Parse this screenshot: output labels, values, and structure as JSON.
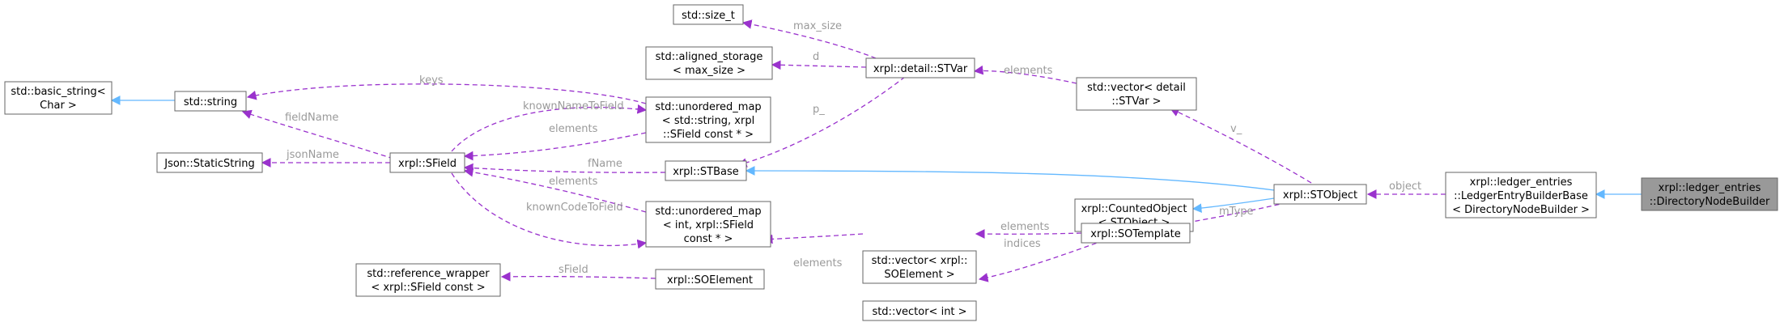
{
  "diagram": {
    "type": "doxygen-collaboration-graph",
    "nodes": {
      "basic_string": [
        "std::basic_string<",
        "Char >"
      ],
      "string": [
        "std::string"
      ],
      "static_string": [
        "Json::StaticString"
      ],
      "sfield": [
        "xrpl::SField"
      ],
      "size_t": [
        "std::size_t"
      ],
      "aligned_storage": [
        "std::aligned_storage",
        "< max_size >"
      ],
      "umap_string": [
        "std::unordered_map",
        "< std::string, xrpl",
        "::SField const * >"
      ],
      "stbase": [
        "xrpl::STBase"
      ],
      "umap_int": [
        "std::unordered_map",
        "< int, xrpl::SField",
        "const * >"
      ],
      "ref_wrapper": [
        "std::reference_wrapper",
        "< xrpl::SField const >"
      ],
      "soelement": [
        "xrpl::SOElement"
      ],
      "stvar": [
        "xrpl::detail::STVar"
      ],
      "vec_stvar": [
        "std::vector< detail",
        "::STVar >"
      ],
      "counted": [
        "xrpl::CountedObject",
        "< STObject >"
      ],
      "vec_soel": [
        "std::vector< xrpl::",
        "SOElement >"
      ],
      "vec_int": [
        "std::vector< int >"
      ],
      "sotemplate": [
        "xrpl::SOTemplate"
      ],
      "stobject": [
        "xrpl::STObject"
      ],
      "builder_base": [
        "xrpl::ledger_entries",
        "::LedgerEntryBuilderBase",
        "< DirectoryNodeBuilder >"
      ],
      "dir_builder": [
        "xrpl::ledger_entries",
        "::DirectoryNodeBuilder"
      ]
    },
    "edge_labels": {
      "keys": "keys",
      "fieldName": "fieldName",
      "jsonName": "jsonName",
      "knownNameToField": "knownNameToField",
      "elements_a": "elements",
      "fName": "fName",
      "elements_b": "elements",
      "knownCodeToField": "knownCodeToField",
      "sField": "sField",
      "max_size": "max_size",
      "d": "d",
      "p": "p_",
      "elements_c": "elements",
      "v": "v_",
      "elements_d": "elements",
      "indices": "indices",
      "mType": "mType",
      "object": "object"
    },
    "colors": {
      "inheritance_edge": "#63b8ff",
      "usage_edge": "#9a32cd",
      "edge_label": "#9a9a9a",
      "focus_node_fill": "#999999",
      "node_border": "#666666"
    }
  }
}
